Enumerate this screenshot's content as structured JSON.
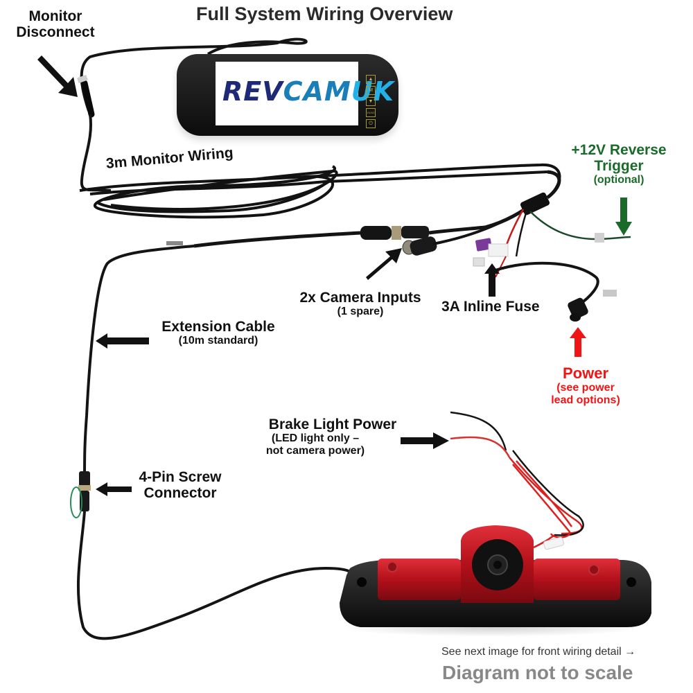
{
  "title": "Full System Wiring Overview",
  "brand": {
    "part1": "REV",
    "part2": "CAM",
    "part3": "UK",
    "colors": {
      "part1": "#1e2a78",
      "part2": "#1a7fb8",
      "part3": "#21b0e8"
    }
  },
  "monitor_buttons": [
    "▲",
    "M",
    "▼",
    "V1/V2",
    "⏻"
  ],
  "labels": {
    "monitor_disconnect": {
      "line1": "Monitor",
      "line2": "Disconnect"
    },
    "monitor_wiring": "3m Monitor Wiring",
    "reverse_trigger": {
      "line1": "+12V Reverse",
      "line2": "Trigger",
      "line3": "(optional)"
    },
    "camera_inputs": {
      "line1": "2x Camera Inputs",
      "line2": "(1 spare)"
    },
    "inline_fuse": "3A Inline Fuse",
    "extension_cable": {
      "line1": "Extension Cable",
      "line2": "(10m standard)"
    },
    "power": {
      "line1": "Power",
      "line2": "(see power",
      "line3": "lead options)"
    },
    "brake_light_power": {
      "line1": "Brake Light Power",
      "line2": "(LED light only –",
      "line3": "not camera power)"
    },
    "screw_connector": {
      "line1": "4-Pin Screw",
      "line2": "Connector"
    }
  },
  "footer": {
    "note": "See next image for front wiring detail →",
    "disclaimer": "Diagram not to scale"
  },
  "colors": {
    "label_black": "#111111",
    "label_green": "#1a6b2a",
    "label_red": "#f01515",
    "disclaimer_gray": "#888888",
    "cable": "#141414",
    "brake_light_red": "#c0101a"
  }
}
